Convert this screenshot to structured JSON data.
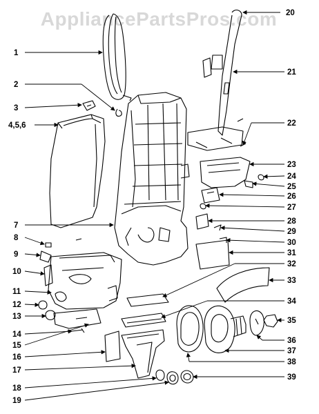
{
  "watermark": "AppliancePartsPros.com",
  "callouts": {
    "c1": "1",
    "c2": "2",
    "c3": "3",
    "c4": "4,5,6",
    "c7": "7",
    "c8": "8",
    "c9": "9",
    "c10": "10",
    "c11": "11",
    "c12": "12",
    "c13": "13",
    "c14": "14",
    "c15": "15",
    "c16": "16",
    "c17": "17",
    "c18": "18",
    "c19": "19",
    "c20": "20",
    "c21": "21",
    "c22": "22",
    "c23": "23",
    "c24": "24",
    "c25": "25",
    "c26": "26",
    "c27": "27",
    "c28": "28",
    "c29": "29",
    "c30": "30",
    "c31": "31",
    "c32": "32",
    "c33": "33",
    "c34": "34",
    "c35": "35",
    "c36": "36",
    "c37": "37",
    "c38": "38",
    "c39": "39"
  }
}
